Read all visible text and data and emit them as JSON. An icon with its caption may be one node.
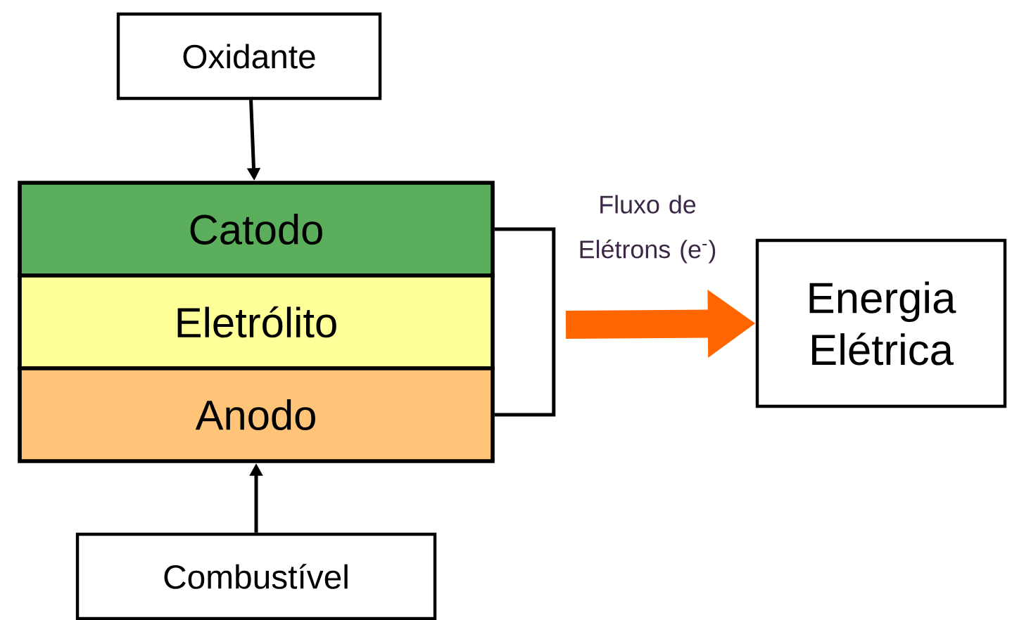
{
  "diagram": {
    "nodes": [
      {
        "text": [
          "Oxidante"
        ]
      },
      {
        "text": [
          "Catodo"
        ]
      },
      {
        "text": [
          "Eletrólito"
        ]
      },
      {
        "text": [
          "Anodo"
        ]
      },
      {
        "text": [
          "Combustível"
        ]
      },
      {
        "text": [
          "Energia Elétrica"
        ]
      }
    ],
    "edges": [
      {
        "from": 0,
        "to": 1,
        "arrow": "to"
      },
      {
        "from": 4,
        "to": 3,
        "arrow": "to"
      },
      {
        "from": 1,
        "to": 3,
        "arrow": "none"
      },
      {
        "from": null,
        "to": 5,
        "arrow": "to",
        "label": "Fluxo de Elétrons (e$^{-}$)",
        "style": "thick",
        "color": "#ff6600"
      }
    ]
  }
}
